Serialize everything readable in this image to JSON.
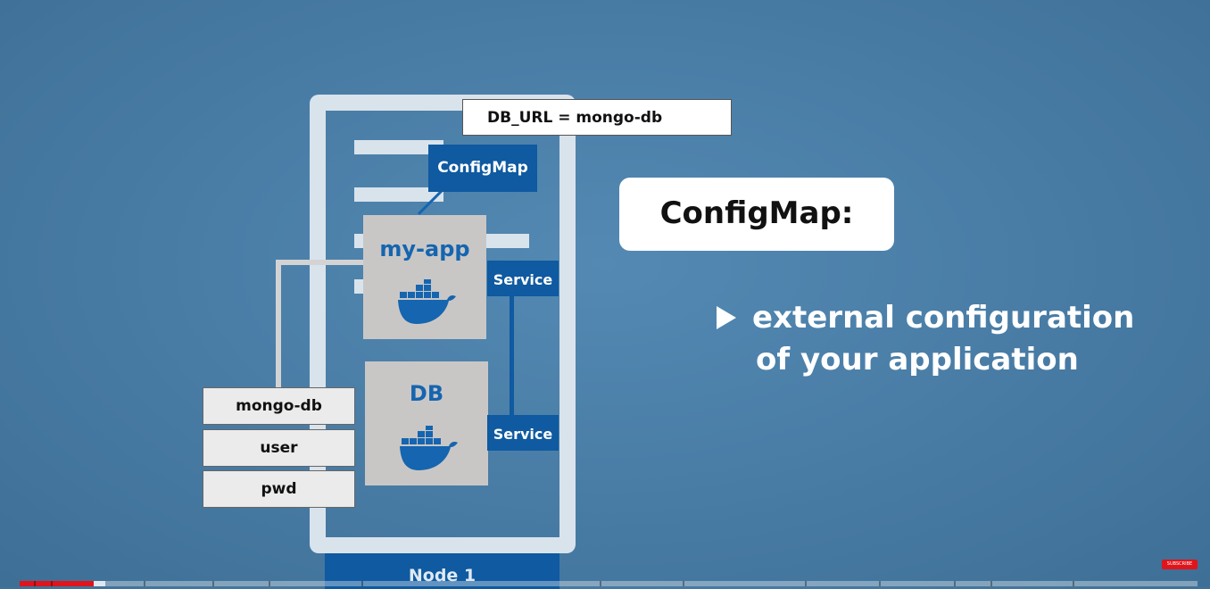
{
  "diagram": {
    "node_label": "Node 1",
    "configmap_label": "ConfigMap",
    "configmap_value": "DB_URL = mongo-db",
    "pods": [
      {
        "label": "my-app",
        "icon": "docker-whale-icon"
      },
      {
        "label": "DB",
        "icon": "docker-whale-icon"
      }
    ],
    "services": [
      "Service",
      "Service"
    ],
    "secrets": [
      "mongo-db",
      "user",
      "pwd"
    ]
  },
  "slide": {
    "title": "ConfigMap:",
    "bullet_line1": "external configuration",
    "bullet_line2": "of your application"
  },
  "player": {
    "subscribe_label": "SUBSCRIBE",
    "accent_color": "#e0141b"
  },
  "colors": {
    "background": "#4a7ea7",
    "k8s_blue": "#0f5aa0",
    "pod_grey": "#c9c7c6"
  }
}
